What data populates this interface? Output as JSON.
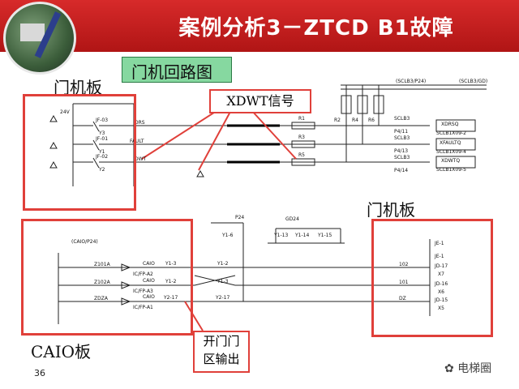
{
  "slide": {
    "title": "案例分析3－ZTCD B1故障",
    "page_number": "36",
    "watermark": "电梯圈"
  },
  "labels": {
    "door_circuit": "门机回路图",
    "door_board_left": "门机板",
    "door_board_right": "门机板",
    "caio_board": "CAIO板",
    "xdwt_callout": "XDWT信号",
    "open_door_output_line1": "开门门",
    "open_door_output_line2": "区输出"
  },
  "schematic": {
    "top_terminals": [
      "(SCLB3/P24)",
      "(SCLB3/GD)"
    ],
    "resistors_vertical": [
      "R2",
      "R4",
      "R6"
    ],
    "resistors_horizontal": [
      "R1",
      "R3",
      "R5"
    ],
    "signals_left": [
      "DRS",
      "FAULT",
      "DWT"
    ],
    "left_voltage": "24V",
    "relay_labels": [
      "JF-03",
      "Y3",
      "JF-01",
      "Y1",
      "JF-02",
      "Y2"
    ],
    "sclb_labels": [
      "SCLB3",
      "P4/11",
      "SCLB3",
      "P4/13",
      "SCLB3",
      "P4/14"
    ],
    "connectors_right": [
      "XDRSQ",
      "SCLB1X09-2",
      "XFAULTQ",
      "SCLB1X09-4",
      "XDWTQ",
      "SCLB1X09-5"
    ],
    "caio_header": "(CAIO/P24)",
    "caio_inputs": [
      "Z101A",
      "Z102A",
      "ZDZA"
    ],
    "caio_refs": [
      "CAIO",
      "IC/FP-A2",
      "CAIO",
      "IC/FP-A3",
      "CAIO",
      "IC/FP-A1"
    ],
    "caio_y": [
      "Y1-3",
      "Y1-2",
      "Y2-17"
    ],
    "p24": "P24",
    "gd24": "GD24",
    "y_cross": [
      "Y1-6",
      "Y1-13",
      "Y1-14",
      "Y1-15",
      "Y1-2",
      "Y1-3",
      "Y2-17"
    ],
    "door_right_pins": [
      "JE-1",
      "JE-1",
      "JD-17",
      "X7",
      "JD-16",
      "X6",
      "JD-15",
      "X5"
    ],
    "door_right_wires": [
      "102",
      "101",
      "DZ"
    ]
  }
}
